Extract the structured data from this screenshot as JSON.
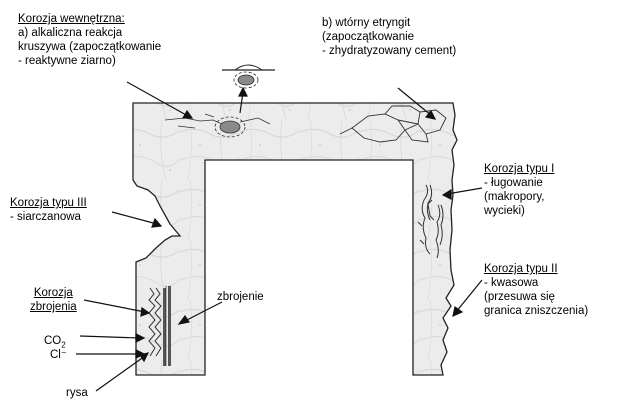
{
  "labels": {
    "internal": {
      "title": "Korozja wewnętrzna:",
      "line1": "a) alkaliczna reakcja",
      "line2": "kruszywa (zapoczątkowanie",
      "line3": "- reaktywne ziarno)"
    },
    "ettringite": {
      "line1": "b) wtórny etryngit",
      "line2": "(zapoczątkowanie",
      "line3": "- zhydratyzowany cement)"
    },
    "type1": {
      "title": "Korozja typu I",
      "line1": "- ługowanie",
      "line2": "(makropory,",
      "line3": "wycieki)"
    },
    "type3": {
      "title": "Korozja typu III",
      "line1": "- siarczanowa"
    },
    "type2": {
      "title": "Korozja typu II",
      "line1": "- kwasowa",
      "line2": "(przesuwa się",
      "line3": "granica zniszczenia)"
    },
    "reinforcement_corrosion": {
      "line1": "Korozja",
      "line2": "zbrojenia"
    },
    "rebar": "zbrojenie",
    "co2": "CO",
    "co2_sub": "2",
    "cl": "Cl⁻",
    "crack": "rysa"
  },
  "colors": {
    "concrete": "#e9ecec",
    "concrete_vein": "#c9cfcf",
    "outline": "#222222",
    "grain": "#8a8a8a",
    "rebar": "#555555"
  }
}
